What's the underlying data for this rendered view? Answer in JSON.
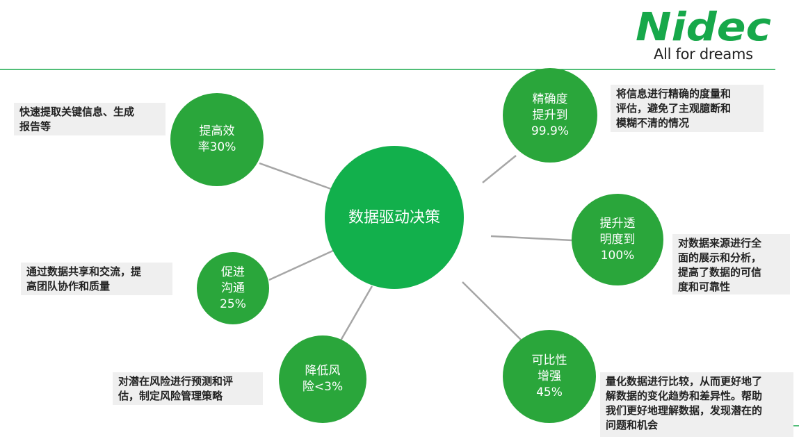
{
  "logo": {
    "brand": "Nidec",
    "tagline": "All for dreams"
  },
  "colors": {
    "accent": "#17a84a",
    "center": "#12b04c",
    "node": "#2aa63b",
    "connector": "#a6a6a6",
    "note_bg": "#efefef"
  },
  "diagram": {
    "center": "数据驱动决策",
    "nodes": [
      {
        "label": "提高效\n率30%",
        "note": "快速提取关键信息、生成\n报告等"
      },
      {
        "label": "精确度\n提升到\n99.9%",
        "note": "将信息进行精确的度量和\n评估，避免了主观臆断和\n模糊不清的情况"
      },
      {
        "label": "提升透\n明度到\n100%",
        "note": "对数据来源进行全\n面的展示和分析，\n提高了数据的可信\n度和可靠性"
      },
      {
        "label": "促进\n沟通\n25%",
        "note": "通过数据共享和交流，提\n高团队协作和质量"
      },
      {
        "label": "降低风\n险<3%",
        "note": "对潜在风险进行预测和评\n估，制定风险管理策略"
      },
      {
        "label": "可比性\n增强\n45%",
        "note": "量化数据进行比较，从而更好地了\n解数据的变化趋势和差异性。帮助\n我们更好地理解数据，发现潜在的\n问题和机会"
      }
    ]
  }
}
